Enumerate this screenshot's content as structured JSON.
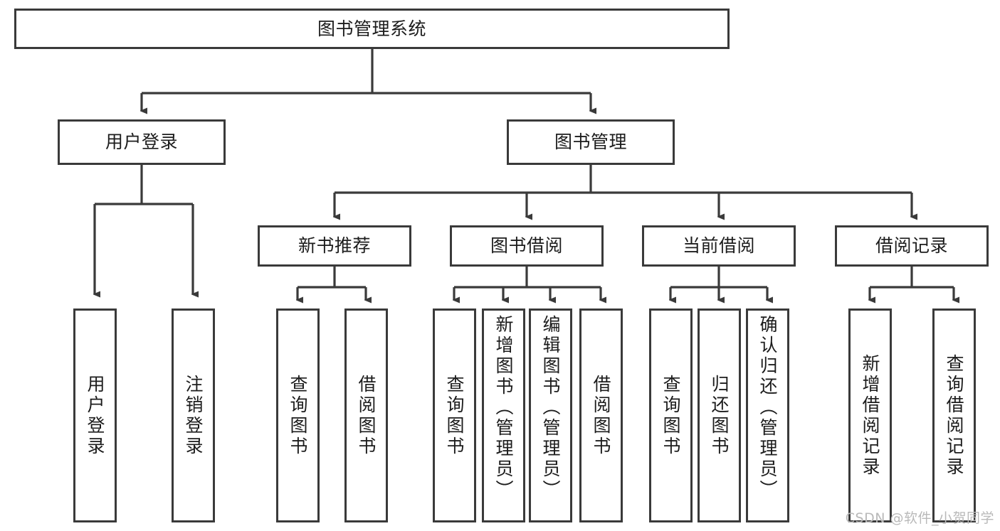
{
  "diagram": {
    "type": "tree-hierarchy-chart",
    "title": "图书管理系统",
    "orientation": "top-down",
    "colors": {
      "box_border": "#3a3a3a",
      "box_fill": "#ffffff",
      "connector": "#3a3a3a",
      "text": "#1c1c1c",
      "watermark": "#b9b9b9",
      "background": "#ffffff"
    },
    "watermark": "CSDN @软件_小贺同学",
    "root": {
      "id": "root",
      "label": "图书管理系统",
      "orientation": "horizontal"
    },
    "level2": [
      {
        "id": "user-login",
        "label": "用户登录",
        "orientation": "horizontal"
      },
      {
        "id": "book-management",
        "label": "图书管理",
        "orientation": "horizontal"
      }
    ],
    "level3": [
      {
        "id": "new-book-recommend",
        "label": "新书推荐",
        "orientation": "horizontal",
        "parent": "book-management"
      },
      {
        "id": "book-borrow",
        "label": "图书借阅",
        "orientation": "horizontal",
        "parent": "book-management"
      },
      {
        "id": "current-borrow",
        "label": "当前借阅",
        "orientation": "horizontal",
        "parent": "book-management"
      },
      {
        "id": "borrow-record",
        "label": "借阅记录",
        "orientation": "horizontal",
        "parent": "book-management"
      }
    ],
    "leaves": {
      "user-login": [
        {
          "id": "leaf-user-login",
          "label": "用户登录",
          "orientation": "vertical"
        },
        {
          "id": "leaf-logout",
          "label": "注销登录",
          "orientation": "vertical"
        }
      ],
      "new-book-recommend": [
        {
          "id": "leaf-query-book-1",
          "label": "查询图书",
          "orientation": "vertical"
        },
        {
          "id": "leaf-borrow-book-1",
          "label": "借阅图书",
          "orientation": "vertical"
        }
      ],
      "book-borrow": [
        {
          "id": "leaf-query-book-2",
          "label": "查询图书",
          "orientation": "vertical"
        },
        {
          "id": "leaf-add-book",
          "label": "新增图书（管理员）",
          "orientation": "vertical"
        },
        {
          "id": "leaf-edit-book",
          "label": "编辑图书（管理员）",
          "orientation": "vertical"
        },
        {
          "id": "leaf-borrow-book-2",
          "label": "借阅图书",
          "orientation": "vertical"
        }
      ],
      "current-borrow": [
        {
          "id": "leaf-query-book-3",
          "label": "查询图书",
          "orientation": "vertical"
        },
        {
          "id": "leaf-return-book",
          "label": "归还图书",
          "orientation": "vertical"
        },
        {
          "id": "leaf-confirm-return",
          "label": "确认归还（管理员）",
          "orientation": "vertical"
        }
      ],
      "borrow-record": [
        {
          "id": "leaf-add-record",
          "label": "新增借阅记录",
          "orientation": "vertical"
        },
        {
          "id": "leaf-query-record",
          "label": "查询借阅记录",
          "orientation": "vertical"
        }
      ]
    }
  }
}
